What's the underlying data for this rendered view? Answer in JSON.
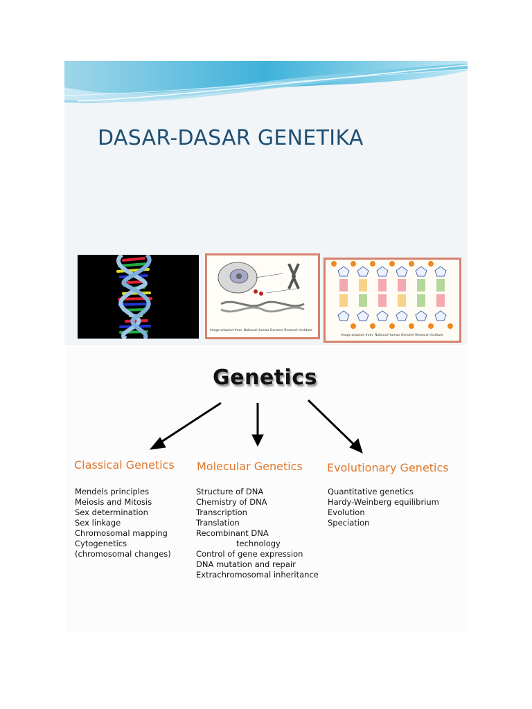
{
  "slide": {
    "title": "DASAR-DASAR GENETIKA",
    "images": [
      {
        "subject": "DNA double helix"
      },
      {
        "subject": "cell to DNA diagram",
        "credit": "Image adapted from: National Human Genome Research Institute"
      },
      {
        "subject": "DNA base pairs diagram",
        "credit": "Image adapted from: National Human Genome Research Institute"
      }
    ]
  },
  "concept": {
    "title": "Genetics",
    "branches": [
      {
        "heading": "Classical Genetics",
        "topics": [
          "Mendels principles",
          "Meiosis and Mitosis",
          "Sex determination",
          "Sex linkage",
          "Chromosomal mapping",
          "Cytogenetics",
          "(chromosomal changes)"
        ]
      },
      {
        "heading": "Molecular Genetics",
        "topics": [
          "Structure of DNA",
          "Chemistry of DNA",
          "Transcription",
          "Translation",
          "Recombinant DNA",
          "technology",
          "Control of gene expression",
          "DNA mutation and repair",
          "Extrachromosomal inheritance"
        ]
      },
      {
        "heading": "Evolutionary Genetics",
        "topics": [
          "Quantitative genetics",
          "Hardy-Weinberg equilibrium",
          "Evolution",
          "Speciation"
        ]
      }
    ]
  }
}
